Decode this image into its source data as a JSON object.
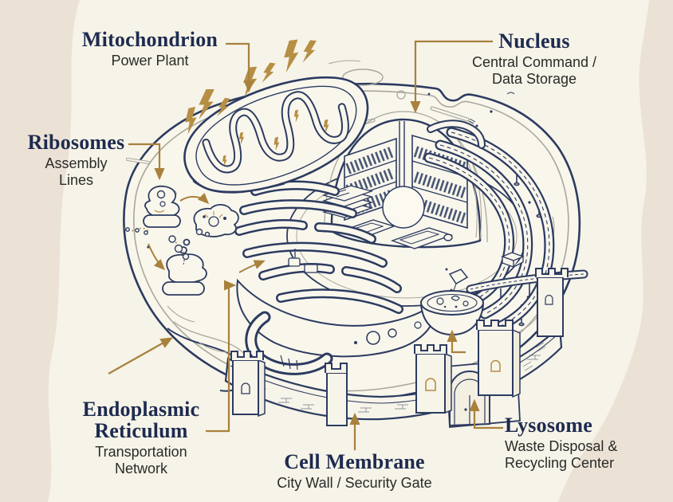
{
  "palette": {
    "background": "#EBE1D5",
    "panel": "#F6F3E8",
    "cell_fill": "#F9F6EC",
    "line_navy": "#2C3B60",
    "line_gray": "#A9A89B",
    "accent_gold": "#B68E44",
    "pointer_gold": "#A8813C",
    "title_color": "#1E2B4F",
    "subtitle_color": "#2A2A28"
  },
  "labels": {
    "mitochondrion": {
      "title": "Mitochondrion",
      "subtitle_lines": [
        "Power Plant"
      ]
    },
    "nucleus": {
      "title": "Nucleus",
      "subtitle_lines": [
        "Central Command /",
        "Data Storage"
      ]
    },
    "ribosomes": {
      "title": "Ribosomes",
      "subtitle_lines": [
        "Assembly",
        "Lines"
      ]
    },
    "endoplasmic_reticulum": {
      "title_lines": [
        "Endoplasmic",
        "Reticulum"
      ],
      "subtitle_lines": [
        "Transportation",
        "Network"
      ]
    },
    "cell_membrane": {
      "title": "Cell Membrane",
      "subtitle_lines": [
        "City Wall / Security Gate"
      ]
    },
    "lysosome": {
      "title": "Lysosome",
      "subtitle_lines": [
        "Waste Disposal &",
        "Recycling Center"
      ]
    }
  },
  "icons": {
    "energy": "lightning-bolt-icon",
    "pointer": "gold-arrow-connector"
  }
}
